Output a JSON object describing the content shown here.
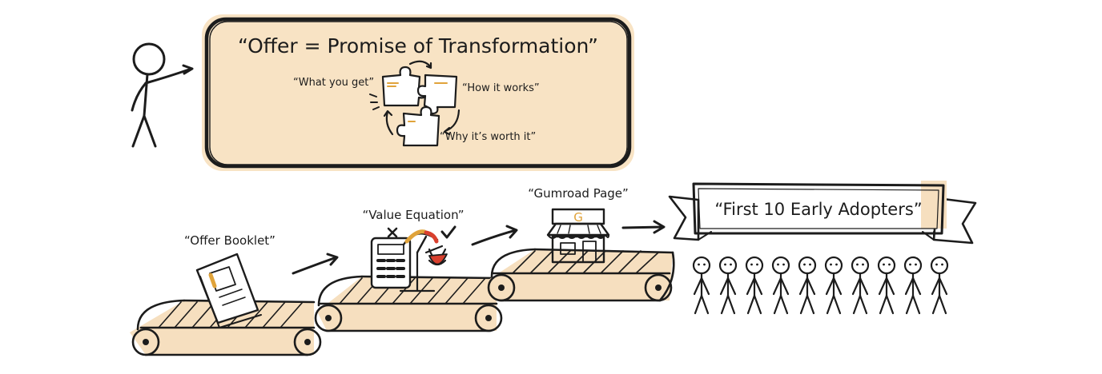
{
  "title_box": {
    "title": "“Offer = Promise of Transformation”",
    "pieces": [
      {
        "label": "“What you get”"
      },
      {
        "label": "“How it works”"
      },
      {
        "label": "“Why it’s worth it”"
      }
    ]
  },
  "steps": [
    {
      "label": "“Offer Booklet”",
      "icon": "booklet-icon"
    },
    {
      "label": "“Value Equation”",
      "icon": "calculator-scale-icon"
    },
    {
      "label": "“Gumroad Page”",
      "icon": "storefront-icon",
      "sign_letter": "G"
    }
  ],
  "banner": {
    "label": "“First 10 Early Adopters”"
  },
  "adopters": {
    "count": 10
  },
  "colors": {
    "accent": "#e0a33a",
    "ink": "#1c1c1c",
    "shade": "#f6dfbf",
    "cross": "#d9402e"
  }
}
